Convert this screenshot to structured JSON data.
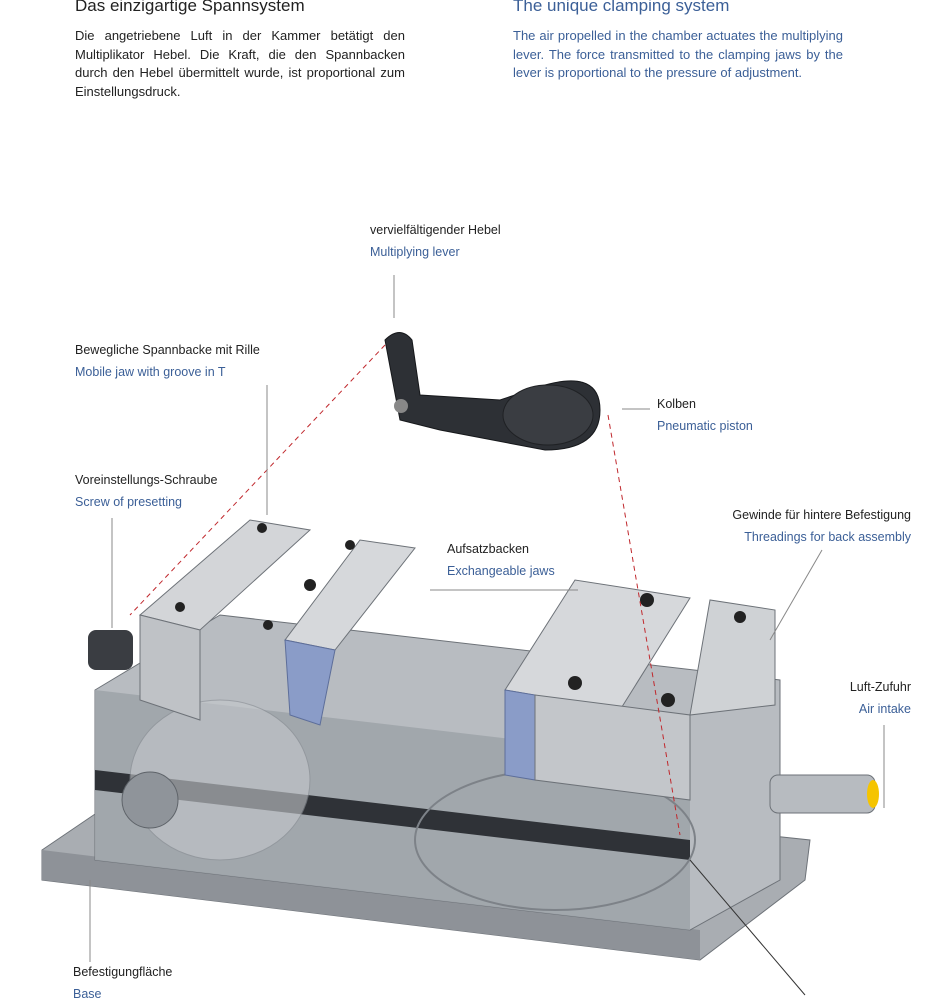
{
  "german": {
    "title": "Das einzigartige Spannsystem",
    "text": "Die angetriebene Luft in der Kammer betätigt den Multiplikator Hebel. Die Kraft, die den Spannbacken durch den Hebel übermittelt wurde, ist proportional zum Einstellungsdruck."
  },
  "english": {
    "title": "The unique clamping system",
    "text": "The air propelled in the chamber actuates the multiplying lever. The force transmitted to the clamping jaws by the lever is proportional to the pressure of adjustment."
  },
  "labels": {
    "lever": {
      "de": "vervielfältigender Hebel",
      "en": "Multiplying lever"
    },
    "mobile_jaw": {
      "de": "Bewegliche Spannbacke mit Rille",
      "en": "Mobile jaw with groove in T"
    },
    "piston": {
      "de": "Kolben",
      "en": "Pneumatic piston"
    },
    "screw": {
      "de": "Voreinstellungs-Schraube",
      "en": "Screw of presetting"
    },
    "threadings": {
      "de": "Gewinde für hintere Befestigung",
      "en": "Threadings for back assembly"
    },
    "jaws": {
      "de": "Aufsatzbacken",
      "en": "Exchangeable jaws"
    },
    "air": {
      "de": "Luft-Zufuhr",
      "en": "Air intake"
    },
    "base": {
      "de": "Befestigungfläche",
      "en": "Base"
    }
  },
  "colors": {
    "text": "#222222",
    "accent": "#3b5f97",
    "leader_dashed": "#c0282d"
  }
}
